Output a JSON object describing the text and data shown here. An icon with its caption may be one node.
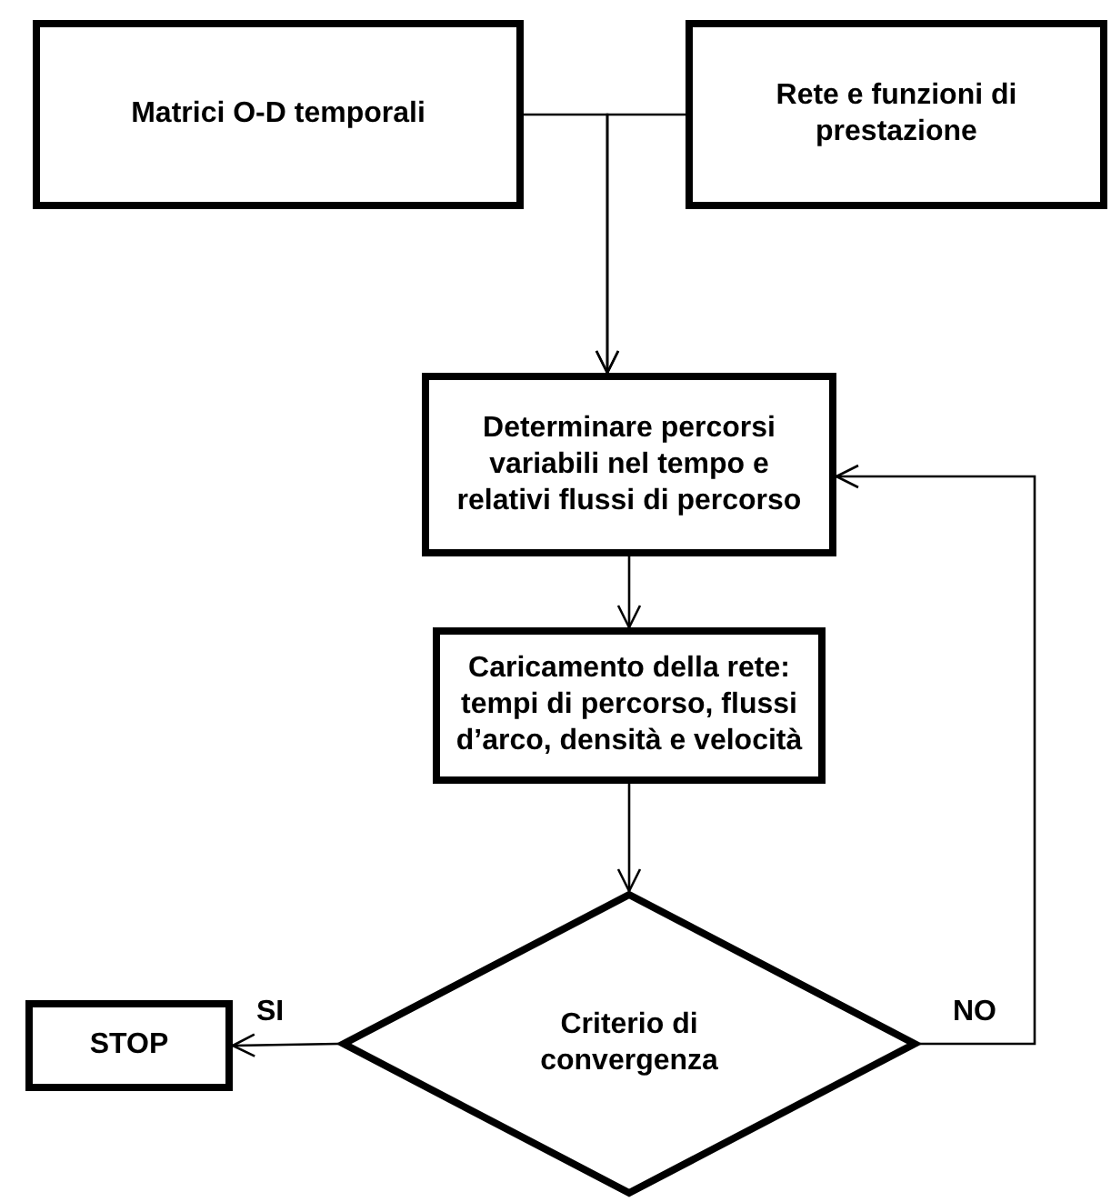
{
  "diagram": {
    "nodes": [
      {
        "text": [
          "Matrici O-D temporali"
        ]
      },
      {
        "text": [
          "Rete e funzioni di prestazione"
        ]
      },
      {
        "text": [
          "Determinare percorsi variabili nel tempo e relativi flussi di percorso"
        ]
      },
      {
        "text": [
          "Caricamento della rete: tempi di percorso, flussi d’arco, densità e velocità"
        ]
      },
      {
        "text": [
          "Criterio di convergenza"
        ]
      },
      {
        "text": [
          "STOP"
        ]
      }
    ],
    "edges": [
      {
        "from": 0,
        "to": 2,
        "arrow": "to"
      },
      {
        "from": 1,
        "to": 2,
        "arrow": "to"
      },
      {
        "from": 2,
        "to": 3,
        "arrow": "to"
      },
      {
        "from": 3,
        "to": 4,
        "arrow": "to"
      },
      {
        "from": 4,
        "to": 5,
        "arrow": "to",
        "label": "SI"
      },
      {
        "from": 4,
        "to": 2,
        "arrow": "to",
        "label": "NO"
      }
    ]
  }
}
